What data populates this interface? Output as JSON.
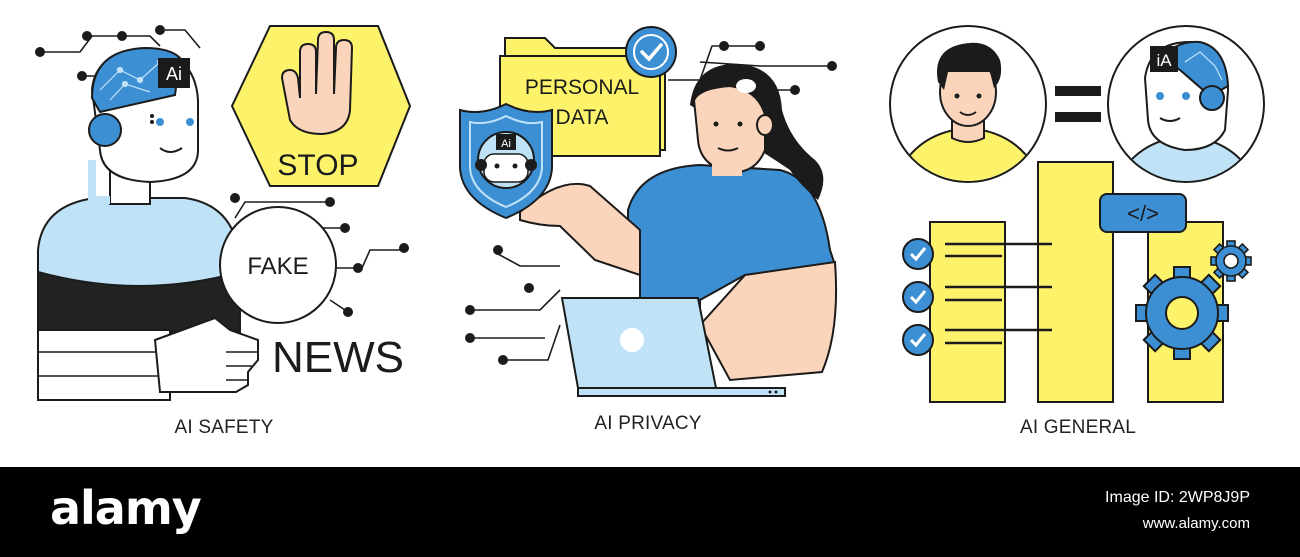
{
  "panels": [
    {
      "caption": "AI SAFETY",
      "robot_badge": "Ai",
      "stop_sign": "STOP",
      "bubble_word": "FAKE",
      "headline": "NEWS"
    },
    {
      "caption": "AI PRIVACY",
      "folder_line1": "PERSONAL",
      "folder_line2": "DATA",
      "shield_badge": "Ai"
    },
    {
      "caption": "AI GENERAL",
      "robot_badge": "iA",
      "code_tag": "</>"
    }
  ],
  "footer": {
    "brand": "alamy",
    "image_id": "Image ID: 2WP8J9P",
    "url": "www.alamy.com"
  },
  "colors": {
    "yellow": "#fdf36b",
    "blue": "#3d8fd4",
    "light_blue": "#bfe2f7",
    "skin": "#fbd4bc",
    "ink": "#1b1b1b"
  }
}
